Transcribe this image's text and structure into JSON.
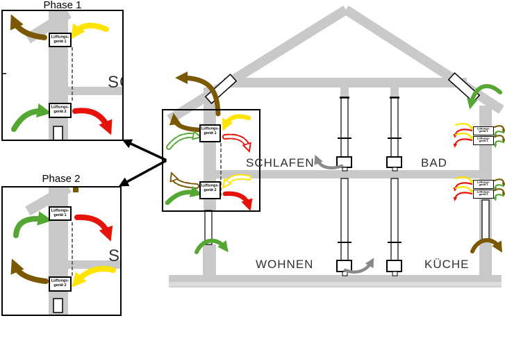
{
  "colors": {
    "structure_gray": "#c9c9c9",
    "exhaust_brown": "#7b5804",
    "extract_yellow": "#ffe400",
    "fresh_green": "#55a733",
    "supply_red": "#e6130b",
    "indoor_gray": "#8a8a8a",
    "label_dark": "#2f2f2f"
  },
  "insets": {
    "phase1": {
      "title": "Phase 1"
    },
    "phase2": {
      "title": "Phase 2"
    }
  },
  "devices": {
    "unit1": {
      "line1": "Lüftungs-",
      "line2": "gerät 1"
    },
    "unit2": {
      "line1": "Lüftungs-",
      "line2": "gerät 2"
    }
  },
  "rooms": {
    "sleep": "SCHLAFEN",
    "bath": "BAD",
    "living": "WOHNEN",
    "kitchen": "KÜCHE"
  }
}
